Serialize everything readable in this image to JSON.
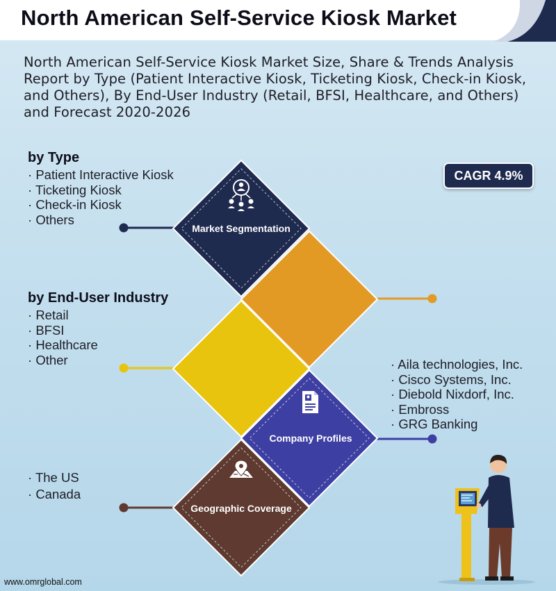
{
  "header": {
    "title": "North American Self-Service Kiosk Market",
    "subtitle": "North American Self-Service Kiosk Market Size, Share & Trends Analysis Report by Type (Patient Interactive Kiosk, Ticketing Kiosk, Check-in Kiosk, and Others), By End-User Industry (Retail, BFSI, Healthcare, and Others) and Forecast 2020-2026"
  },
  "cagr": "CAGR 4.9%",
  "by_type": {
    "heading": "by Type",
    "items": [
      "Patient Interactive Kiosk",
      "Ticketing Kiosk",
      "Check-in Kiosk",
      "Others"
    ]
  },
  "by_end_user": {
    "heading": "by End-User Industry",
    "items": [
      "Retail",
      "BFSI",
      "Healthcare",
      "Other"
    ]
  },
  "companies": {
    "items": [
      "Aila technologies, Inc.",
      "Cisco Systems, Inc.",
      "Diebold Nixdorf, Inc.",
      "Embross",
      "GRG Banking"
    ]
  },
  "geography": {
    "items": [
      "The US",
      "Canada"
    ]
  },
  "diamonds": {
    "market_segmentation": "Market Segmentation",
    "company_profiles": "Company Profiles",
    "geographic_coverage": "Geographic Coverage"
  },
  "colors": {
    "navy": "#1f2a4f",
    "orange": "#e39a25",
    "yellow": "#e8c40f",
    "indigo": "#3d3fa3",
    "brown": "#5e3a30"
  },
  "icons": [
    "people-network-icon",
    "document-profile-icon",
    "map-pin-icon",
    "kiosk-user-illustration"
  ],
  "footer": "www.omrglobal.com"
}
